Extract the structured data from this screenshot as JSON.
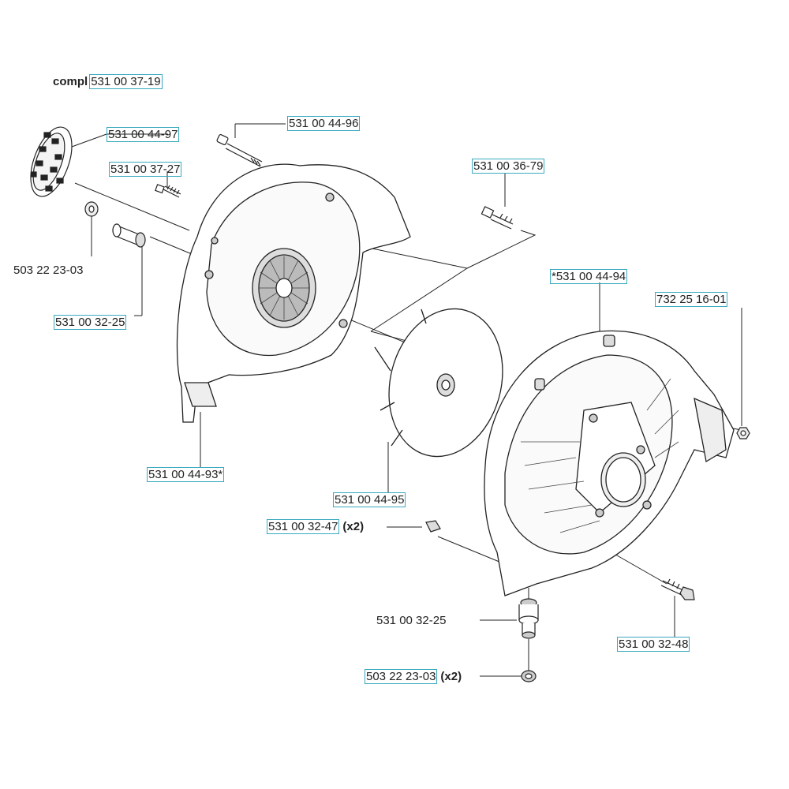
{
  "assembly": {
    "prefix": "compl",
    "number": "531 00 37-19"
  },
  "parts": {
    "l_530100_4497": {
      "number": "531 00 44-97",
      "qty": ""
    },
    "l_530100_4496": {
      "number": "531 00 44-96",
      "qty": ""
    },
    "l_530100_3727": {
      "number": "531 00 37-27",
      "qty": ""
    },
    "l_530100_3679": {
      "number": "531 00 36-79",
      "qty": ""
    },
    "l_503222_2303a": {
      "number": "503 22 23-03",
      "qty": ""
    },
    "l_530100_3225a": {
      "number": "531 00 32-25",
      "qty": ""
    },
    "l_530100_4494": {
      "number": "*531 00 44-94",
      "qty": ""
    },
    "l_732251_601": {
      "number": "732 25 16-01",
      "qty": ""
    },
    "l_530100_4493": {
      "number": "531 00 44-93*",
      "qty": ""
    },
    "l_530100_4495": {
      "number": "531 00 44-95",
      "qty": ""
    },
    "l_530100_3247": {
      "number": "531 00 32-47",
      "qty": "(x2)"
    },
    "l_530100_3225b": {
      "number": "531 00 32-25",
      "qty": ""
    },
    "l_530100_3248": {
      "number": "531 00 32-48",
      "qty": ""
    },
    "l_503222_2303b": {
      "number": "503 22 23-03",
      "qty": "(x2)"
    }
  }
}
